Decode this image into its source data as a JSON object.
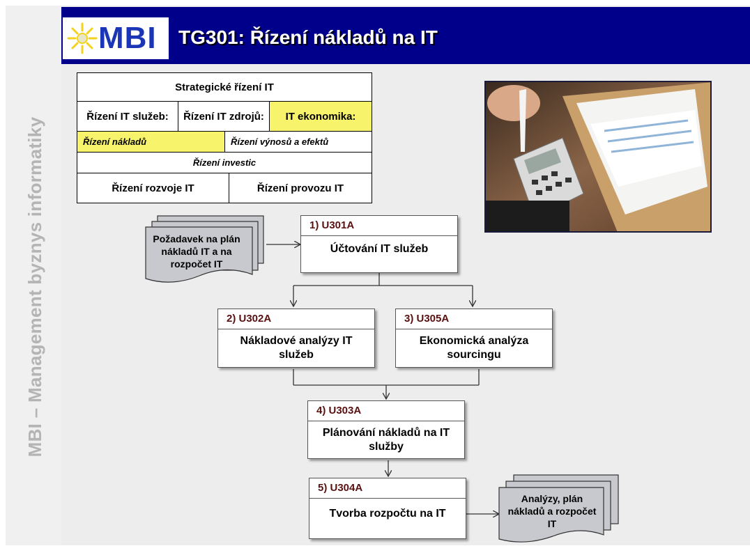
{
  "sidebar_text": "MBI – Management byznys informatiky",
  "logo": {
    "text": "MBI"
  },
  "title": "TG301: Řízení nákladů na IT",
  "table": {
    "row1": "Strategické řízení IT",
    "row2": [
      "Řízení IT služeb:",
      "Řízení IT zdrojů:",
      "IT ekonomika:"
    ],
    "row3": [
      "Řízení nákladů",
      "Řízení výnosů a efektů"
    ],
    "row4": "Řízení investic",
    "row5": [
      "Řízení rozvoje IT",
      "Řízení provozu IT"
    ]
  },
  "documents": {
    "input": "Požadavek na plán nákladů IT a na rozpočet IT",
    "output": "Analýzy, plán nákladů a rozpočet IT"
  },
  "steps": [
    {
      "id": "1) U301A",
      "label": "Účtování IT služeb"
    },
    {
      "id": "2)  U302A",
      "label": "Nákladové analýzy IT služeb"
    },
    {
      "id": "3)  U305A",
      "label": "Ekonomická analýza sourcingu"
    },
    {
      "id": "4)  U303A",
      "label": "Plánování nákladů na IT služby"
    },
    {
      "id": "5)  U304A",
      "label": "Tvorba rozpočtu na IT"
    }
  ],
  "colors": {
    "header": "#00008b",
    "highlight": "#f7f46c",
    "step_id": "#5a1010",
    "logo": "#1a35b5"
  }
}
